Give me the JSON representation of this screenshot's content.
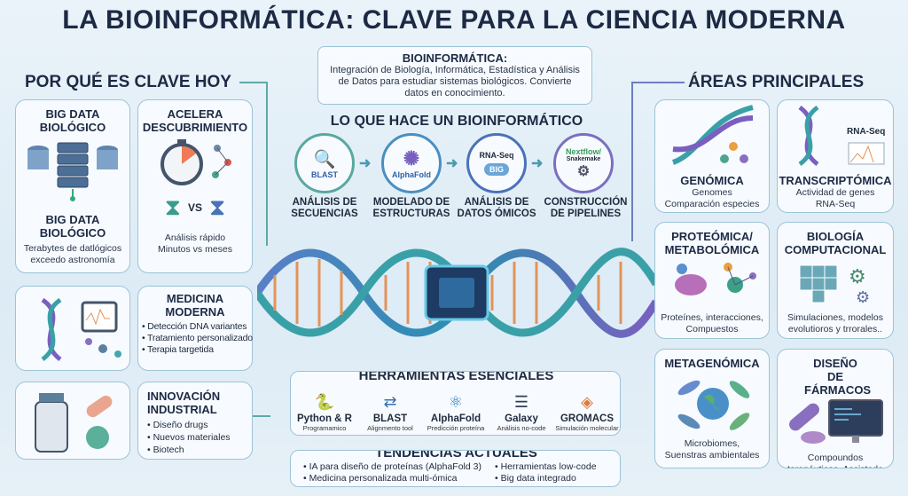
{
  "title": "LA BIOINFORMÁTICA: CLAVE PARA LA CIENCIA MODERNA",
  "left": {
    "heading": "POR QUÉ ES CLAVE HOY",
    "big_data": {
      "title": "BIG DATA BIOLÓGICO",
      "title2": "BIG DATA BIOLÓGICO",
      "desc": "Terabytes de datlógicos exceedo astronomía"
    },
    "acelera": {
      "title": "ACELERA DESCUBRIMIENTO",
      "vs": "VS",
      "desc": "Análisis rápido Minutos vs meses"
    },
    "medicina": {
      "title": "MEDICINA MODERNA",
      "items": [
        "Detección DNA variantes",
        "Tratamiento personalizado",
        "Terapia targetida"
      ]
    },
    "innovacion": {
      "title": "INNOVACIÓN INDUSTRIAL",
      "items": [
        "Diseño drugs",
        "Nuevos materiales",
        "Biotech"
      ]
    }
  },
  "definition": {
    "title": "BIOINFORMÁTICA:",
    "text": "Integración de Biología, Informática, Estadística y Análisis de Datos para estudiar sistemas biológicos. Convierte datos en conocimiento."
  },
  "what": {
    "heading": "LO QUE HACE UN BIOINFORMÁTICO",
    "steps": [
      {
        "icon": "BLAST",
        "label": "ANÁLISIS DE SECUENCIAS"
      },
      {
        "icon": "AlphaFold",
        "label": "MODELADO DE ESTRUCTURAS"
      },
      {
        "icon": "RNA-Seq",
        "icon2": "BIG",
        "label": "ANÁLISIS DE DATOS ÓMICOS"
      },
      {
        "icon": "Nextflow/",
        "icon2": "Snakemake",
        "label": "CONSTRUCCIÓN DE PIPELINES"
      }
    ]
  },
  "tools": {
    "heading": "HERRAMIENTAS ESENCIALES",
    "items": [
      {
        "name": "Python & R",
        "desc": "Programamico"
      },
      {
        "name": "BLAST",
        "desc": "Alignmento tool"
      },
      {
        "name": "AlphaFold",
        "desc": "Predicción proteína"
      },
      {
        "name": "Galaxy",
        "desc": "Análisis no-code"
      },
      {
        "name": "GROMACS",
        "desc": "Simulación molecular"
      }
    ]
  },
  "trends": {
    "heading": "TENDENCIAS ACTUALES",
    "items": [
      "IA para diseño de proteínas (AlphaFold 3)",
      "Medicina personalizada multi-ómica",
      "Herramientas low-code",
      "Big data integrado"
    ]
  },
  "right": {
    "heading": "ÁREAS PRINCIPALES",
    "areas": [
      {
        "title": "GENÓMICA",
        "desc": "Genomes Comparación especies"
      },
      {
        "title": "TRANSCRIPTÓMICA",
        "tag": "RNA-Seq",
        "desc": "Actividad de genes RNA-Seq"
      },
      {
        "title": "PROTEÓMICA/ METABOLÓMICA",
        "desc": "Proteínes, interacciones, Compuestos"
      },
      {
        "title": "BIOLOGÍA COMPUTACIONAL",
        "desc": "Simulaciones, modelos evolutioros y trrorales.."
      },
      {
        "title": "METAGENÓMICA",
        "desc": "Microbiomes, Suenstras ambientales"
      },
      {
        "title": "DISEÑO DE FÁRMACOS",
        "desc": "Compoundos terapéuticos, Assistada computadoror"
      }
    ]
  }
}
